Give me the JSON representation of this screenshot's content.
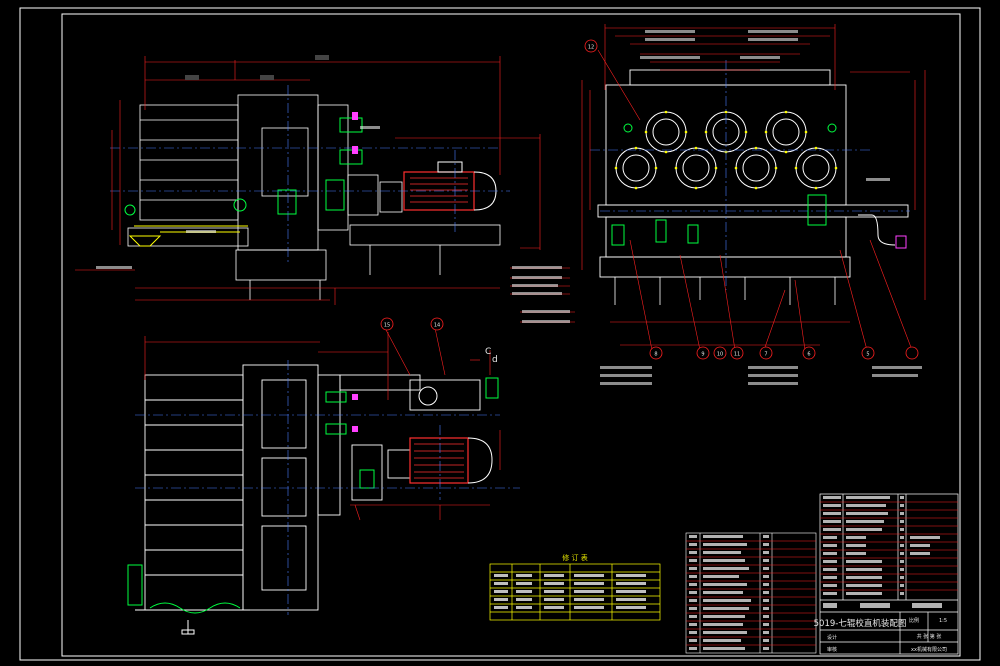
{
  "drawing": {
    "title": "5019-七辊校直机装配图",
    "colors": {
      "background": "#000000",
      "outline": "#ffffff",
      "dimension": "#ff2020",
      "centerline": "#4a7cff",
      "part": "#00ff40",
      "accent": "#ffff00",
      "cyan": "#00e0ff",
      "magenta": "#ff40ff"
    }
  },
  "table": {
    "title": "修 订 表"
  },
  "title_block": {
    "title": "5019-七辊校直机装配图",
    "scale_label": "比例",
    "scale_value": "1:5",
    "sheet_label": "共 张 第 张",
    "design_label": "设计",
    "check_label": "审核",
    "unit_label": "xx机械有限公司"
  },
  "balloons": {
    "b1": "15",
    "b2": "14",
    "b3": "C",
    "b4": "d",
    "b5": "12",
    "b6": "8",
    "b7": "9",
    "b8": "10",
    "b9": "11",
    "b10": "7",
    "b11": "6",
    "b12": "5"
  }
}
